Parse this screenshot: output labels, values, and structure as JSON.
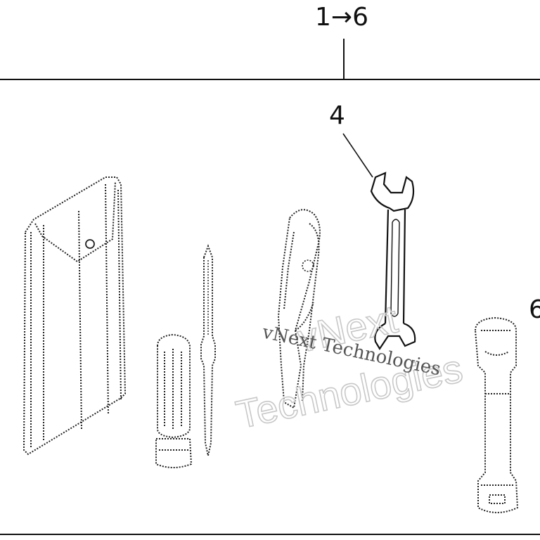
{
  "diagram": {
    "assembly_label": "1→6",
    "callouts": {
      "wrench": "4",
      "socket_bar": "6"
    },
    "watermark": {
      "line1": "vNext",
      "line2": "Technologies",
      "caption": "vNext Technologies"
    }
  }
}
